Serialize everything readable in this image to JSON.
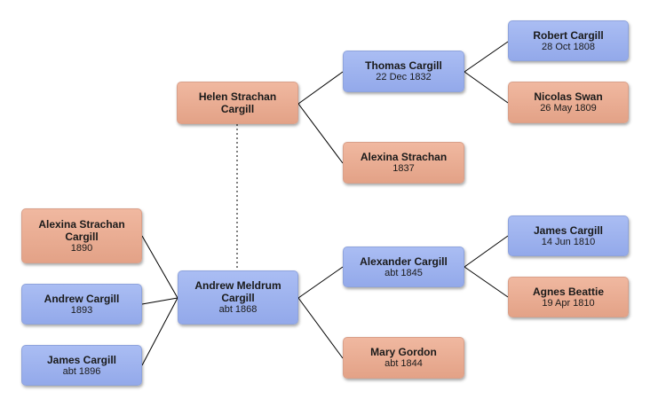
{
  "people": {
    "helen": {
      "name_lines": [
        "Helen Strachan",
        "Cargill"
      ],
      "date": ""
    },
    "thomas": {
      "name_lines": [
        "Thomas Cargill"
      ],
      "date": "22 Dec 1832"
    },
    "robert": {
      "name_lines": [
        "Robert Cargill"
      ],
      "date": "28 Oct 1808"
    },
    "nicolas": {
      "name_lines": [
        "Nicolas Swan"
      ],
      "date": "26 May 1809"
    },
    "alexina_s": {
      "name_lines": [
        "Alexina Strachan"
      ],
      "date": "1837"
    },
    "alexina_sc": {
      "name_lines": [
        "Alexina Strachan",
        "Cargill"
      ],
      "date": "1890"
    },
    "andrew_c": {
      "name_lines": [
        "Andrew Cargill"
      ],
      "date": "1893"
    },
    "james_1896": {
      "name_lines": [
        "James Cargill"
      ],
      "date": "abt 1896"
    },
    "andrew_mc": {
      "name_lines": [
        "Andrew Meldrum",
        "Cargill"
      ],
      "date": "abt 1868"
    },
    "alexander": {
      "name_lines": [
        "Alexander Cargill"
      ],
      "date": "abt 1845"
    },
    "james_1810": {
      "name_lines": [
        "James Cargill"
      ],
      "date": "14 Jun 1810"
    },
    "agnes": {
      "name_lines": [
        "Agnes Beattie"
      ],
      "date": "19 Apr 1810"
    },
    "mary": {
      "name_lines": [
        "Mary Gordon"
      ],
      "date": "abt 1844"
    }
  },
  "colors": {
    "male_box": "#a3b7f0",
    "female_box": "#eeb39b",
    "line": "#000000",
    "spouse_line": "#555555"
  }
}
